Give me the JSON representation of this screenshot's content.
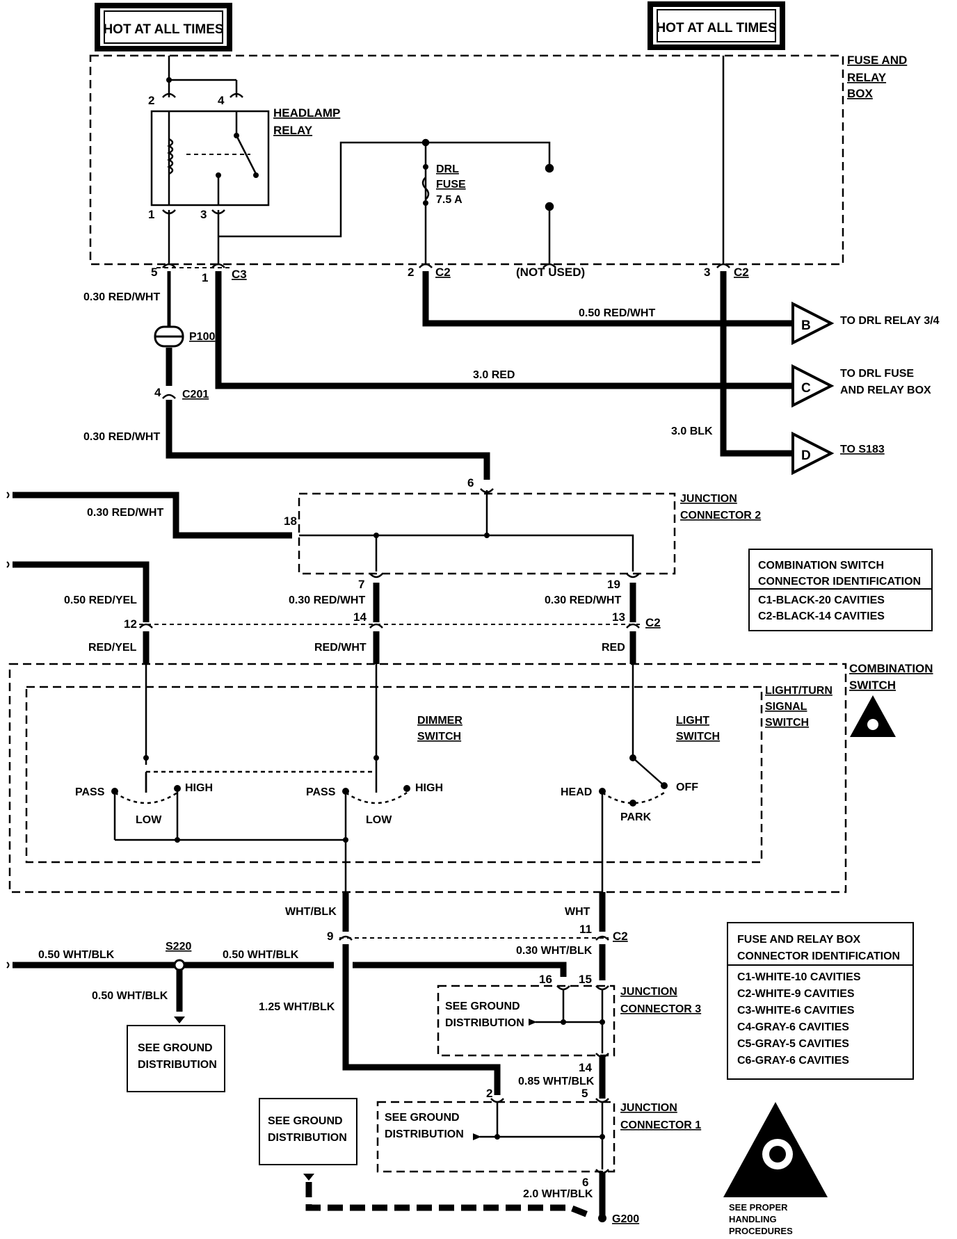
{
  "hot_labels": [
    "HOT AT ALL TIMES",
    "HOT AT ALL TIMES"
  ],
  "fuse_relay_box": {
    "line1": "FUSE AND",
    "line2": "RELAY",
    "line3": "BOX"
  },
  "headlamp_relay": {
    "line1": "HEADLAMP",
    "line2": "RELAY",
    "pins": [
      "2",
      "4",
      "1",
      "3"
    ]
  },
  "drl_fuse": {
    "line1": "DRL",
    "line2": "FUSE",
    "line3": "7.5 A"
  },
  "not_used": "(NOT USED)",
  "connectors_top": {
    "pin5": "5",
    "pin1": "1",
    "c3": "C3",
    "pin2": "2",
    "c2a": "C2",
    "pin3": "3",
    "c2b": "C2"
  },
  "wires": {
    "w1": "0.30 RED/WHT",
    "p100": "P100",
    "pin4": "4",
    "c201": "C201",
    "w2": "0.30 RED/WHT",
    "w3": "0.50 RED/WHT",
    "w4": "3.0 RED",
    "w5": "3.0 BLK",
    "w6": "0.30 RED/WHT",
    "w7": "0.50 RED/YEL",
    "w8": "0.30 RED/WHT",
    "w9": "0.30 RED/WHT"
  },
  "arrows": {
    "b": {
      "letter": "B",
      "text1": "TO DRL RELAY 3/4"
    },
    "c": {
      "letter": "C",
      "text1": "TO DRL FUSE",
      "text2": "AND RELAY BOX"
    },
    "d": {
      "letter": "D",
      "text1": "TO S183"
    }
  },
  "junction2": {
    "line1": "JUNCTION",
    "line2": "CONNECTOR 2",
    "pins": [
      "6",
      "18",
      "7",
      "19"
    ]
  },
  "combo_id": {
    "title1": "COMBINATION SWITCH",
    "title2": "CONNECTOR IDENTIFICATION",
    "rows": [
      "C1-BLACK-20 CAVITIES",
      "C2-BLACK-14 CAVITIES"
    ]
  },
  "c2_row": {
    "pin12": "12",
    "pin14": "14",
    "pin13": "13",
    "c2": "C2",
    "red_yel": "RED/YEL",
    "red_wht": "RED/WHT",
    "red": "RED"
  },
  "combination_switch": {
    "line1": "COMBINATION",
    "line2": "SWITCH"
  },
  "light_turn": {
    "line1": "LIGHT/TURN",
    "line2": "SIGNAL",
    "line3": "SWITCH"
  },
  "dimmer": {
    "line1": "DIMMER",
    "line2": "SWITCH"
  },
  "light_switch": {
    "line1": "LIGHT",
    "line2": "SWITCH"
  },
  "switch_positions": {
    "pass1": "PASS",
    "low1": "LOW",
    "high1": "HIGH",
    "pass2": "PASS",
    "low2": "LOW",
    "high2": "HIGH",
    "head": "HEAD",
    "park": "PARK",
    "off": "OFF"
  },
  "lower": {
    "wht_blk": "WHT/BLK",
    "wht": "WHT",
    "pin9": "9",
    "pin11": "11",
    "c2": "C2",
    "w_050a": "0.50 WHT/BLK",
    "s220": "S220",
    "w_050b": "0.50 WHT/BLK",
    "w_030": "0.30 WHT/BLK",
    "w_050c": "0.50 WHT/BLK",
    "w_125": "1.25 WHT/BLK",
    "pin16": "16",
    "pin15": "15",
    "pin14": "14",
    "w_085": "0.85 WHT/BLK",
    "pin2": "2",
    "pin5": "5",
    "pin6": "6",
    "w_20": "2.0 WHT/BLK",
    "g200": "G200"
  },
  "junction3": {
    "line1": "JUNCTION",
    "line2": "CONNECTOR 3"
  },
  "junction1": {
    "line1": "JUNCTION",
    "line2": "CONNECTOR 1"
  },
  "ground_dist": {
    "line1": "SEE GROUND",
    "line2": "DISTRIBUTION"
  },
  "fuse_id": {
    "title1": "FUSE AND RELAY BOX",
    "title2": "CONNECTOR IDENTIFICATION",
    "rows": [
      "C1-WHITE-10 CAVITIES",
      "C2-WHITE-9 CAVITIES",
      "C3-WHITE-6 CAVITIES",
      "C4-GRAY-6 CAVITIES",
      "C5-GRAY-5 CAVITIES",
      "C6-GRAY-6 CAVITIES"
    ]
  },
  "handling": {
    "line1": "SEE PROPER",
    "line2": "HANDLING",
    "line3": "PROCEDURES"
  }
}
